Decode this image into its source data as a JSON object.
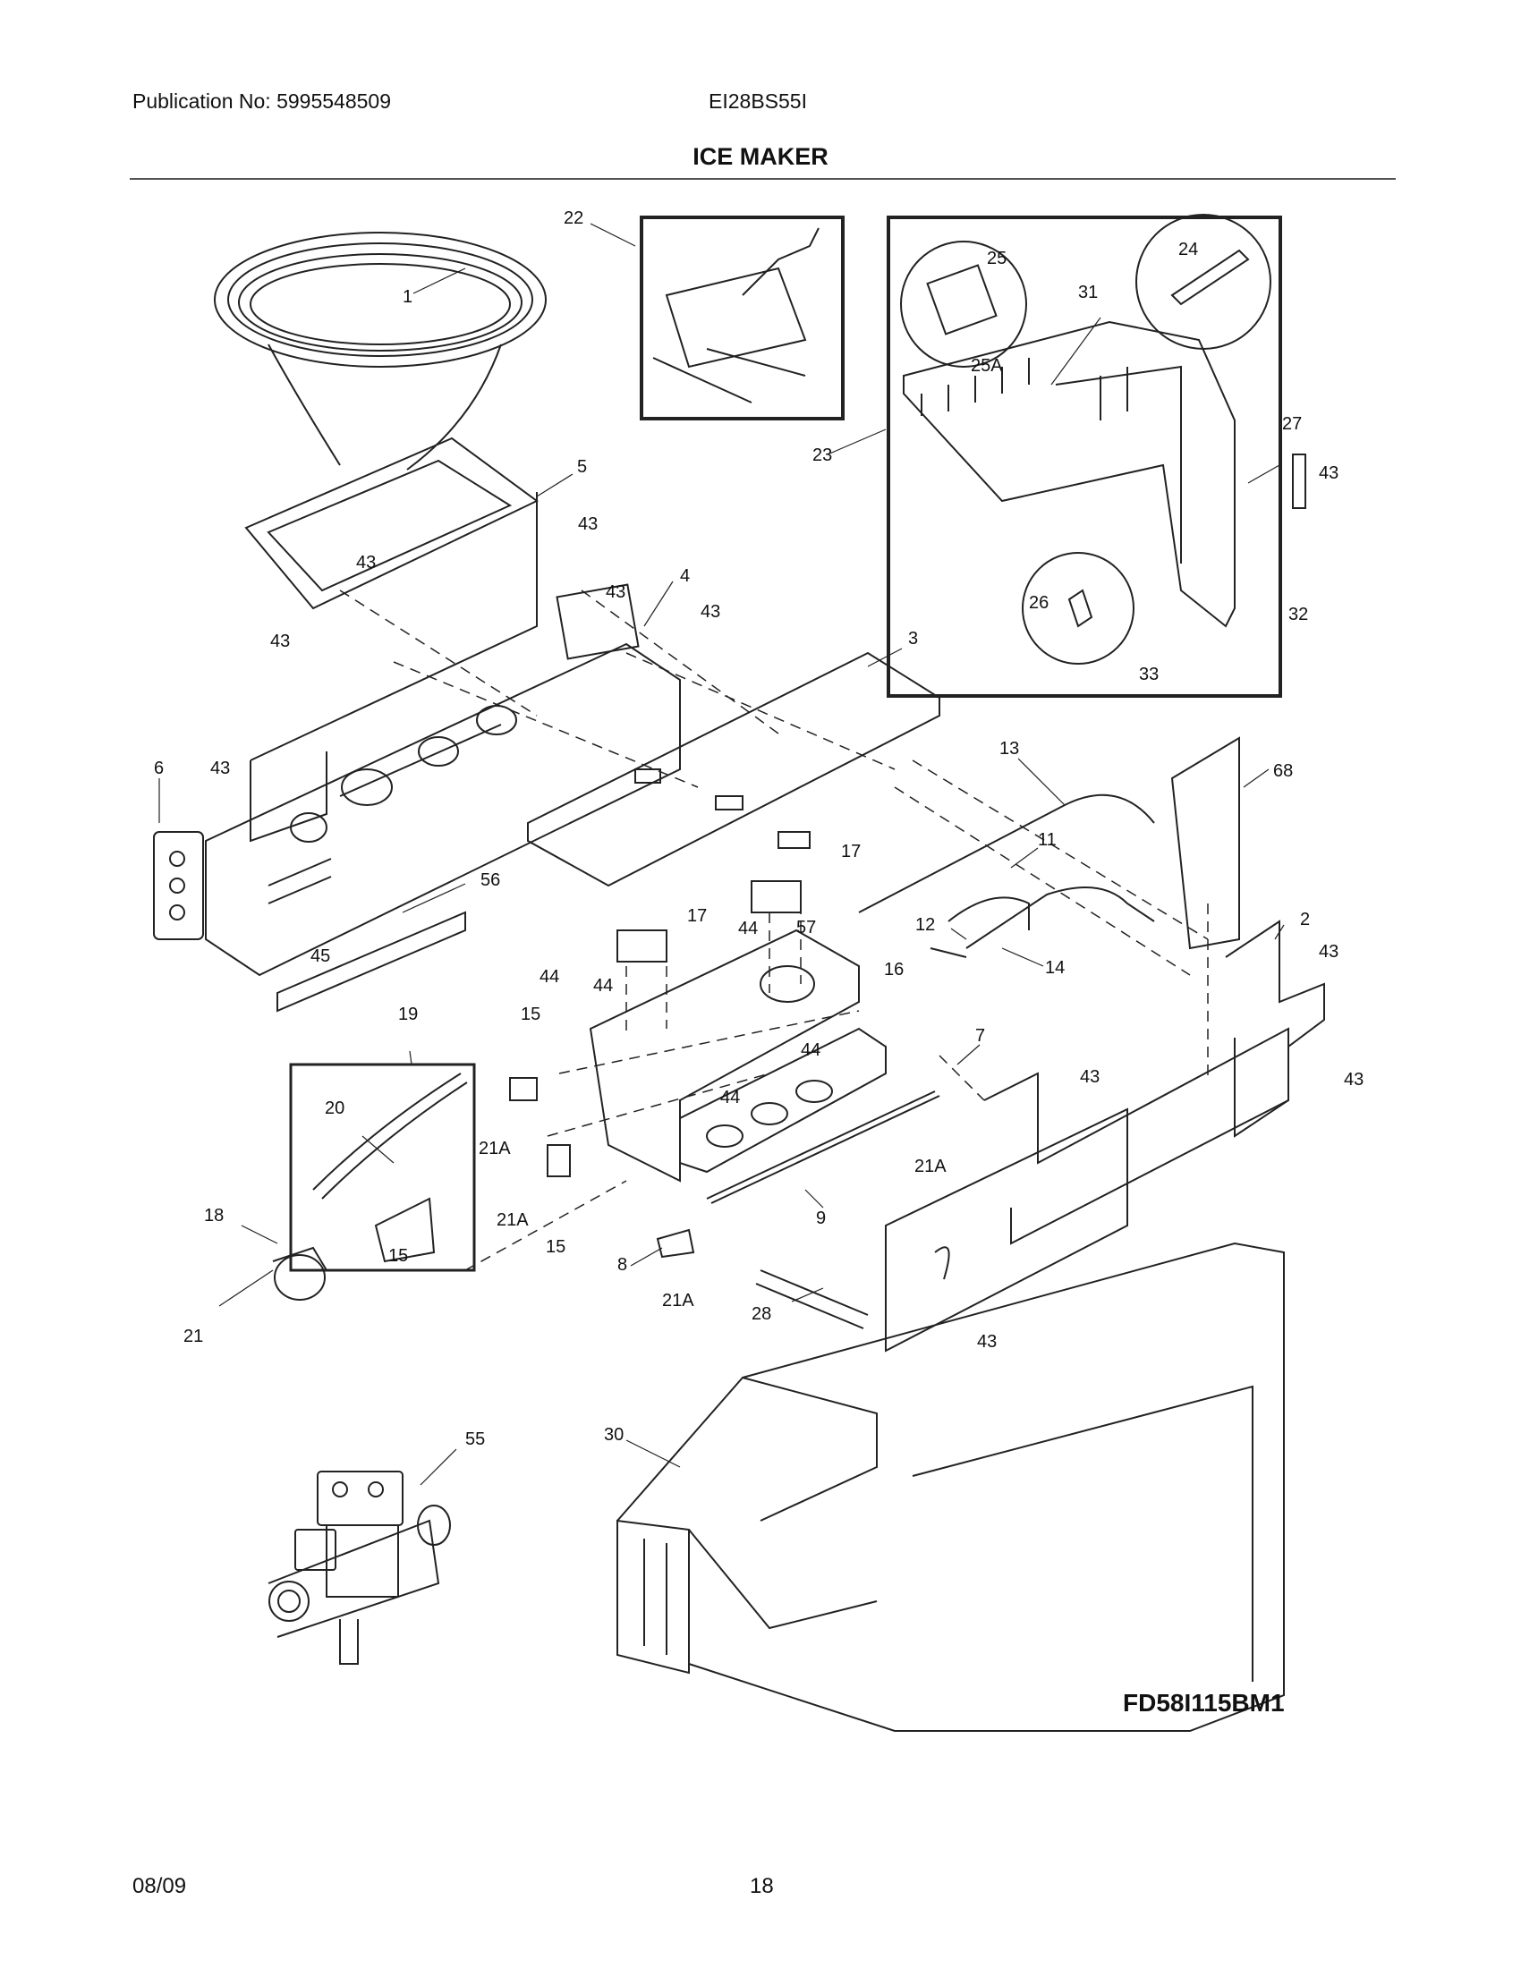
{
  "header": {
    "publication": "Publication No: 5995548509",
    "model": "EI28BS55I",
    "section_title": "ICE MAKER"
  },
  "diagram": {
    "callouts": [
      "1",
      "2",
      "3",
      "4",
      "5",
      "6",
      "7",
      "8",
      "9",
      "11",
      "12",
      "13",
      "14",
      "15",
      "16",
      "17",
      "18",
      "19",
      "20",
      "21",
      "21A",
      "22",
      "23",
      "24",
      "25",
      "25A",
      "26",
      "27",
      "28",
      "30",
      "31",
      "32",
      "33",
      "43",
      "44",
      "45",
      "55",
      "56",
      "57",
      "68"
    ],
    "diagram_code": "FD58I115BM1"
  },
  "footer": {
    "date": "08/09",
    "page": "18"
  }
}
